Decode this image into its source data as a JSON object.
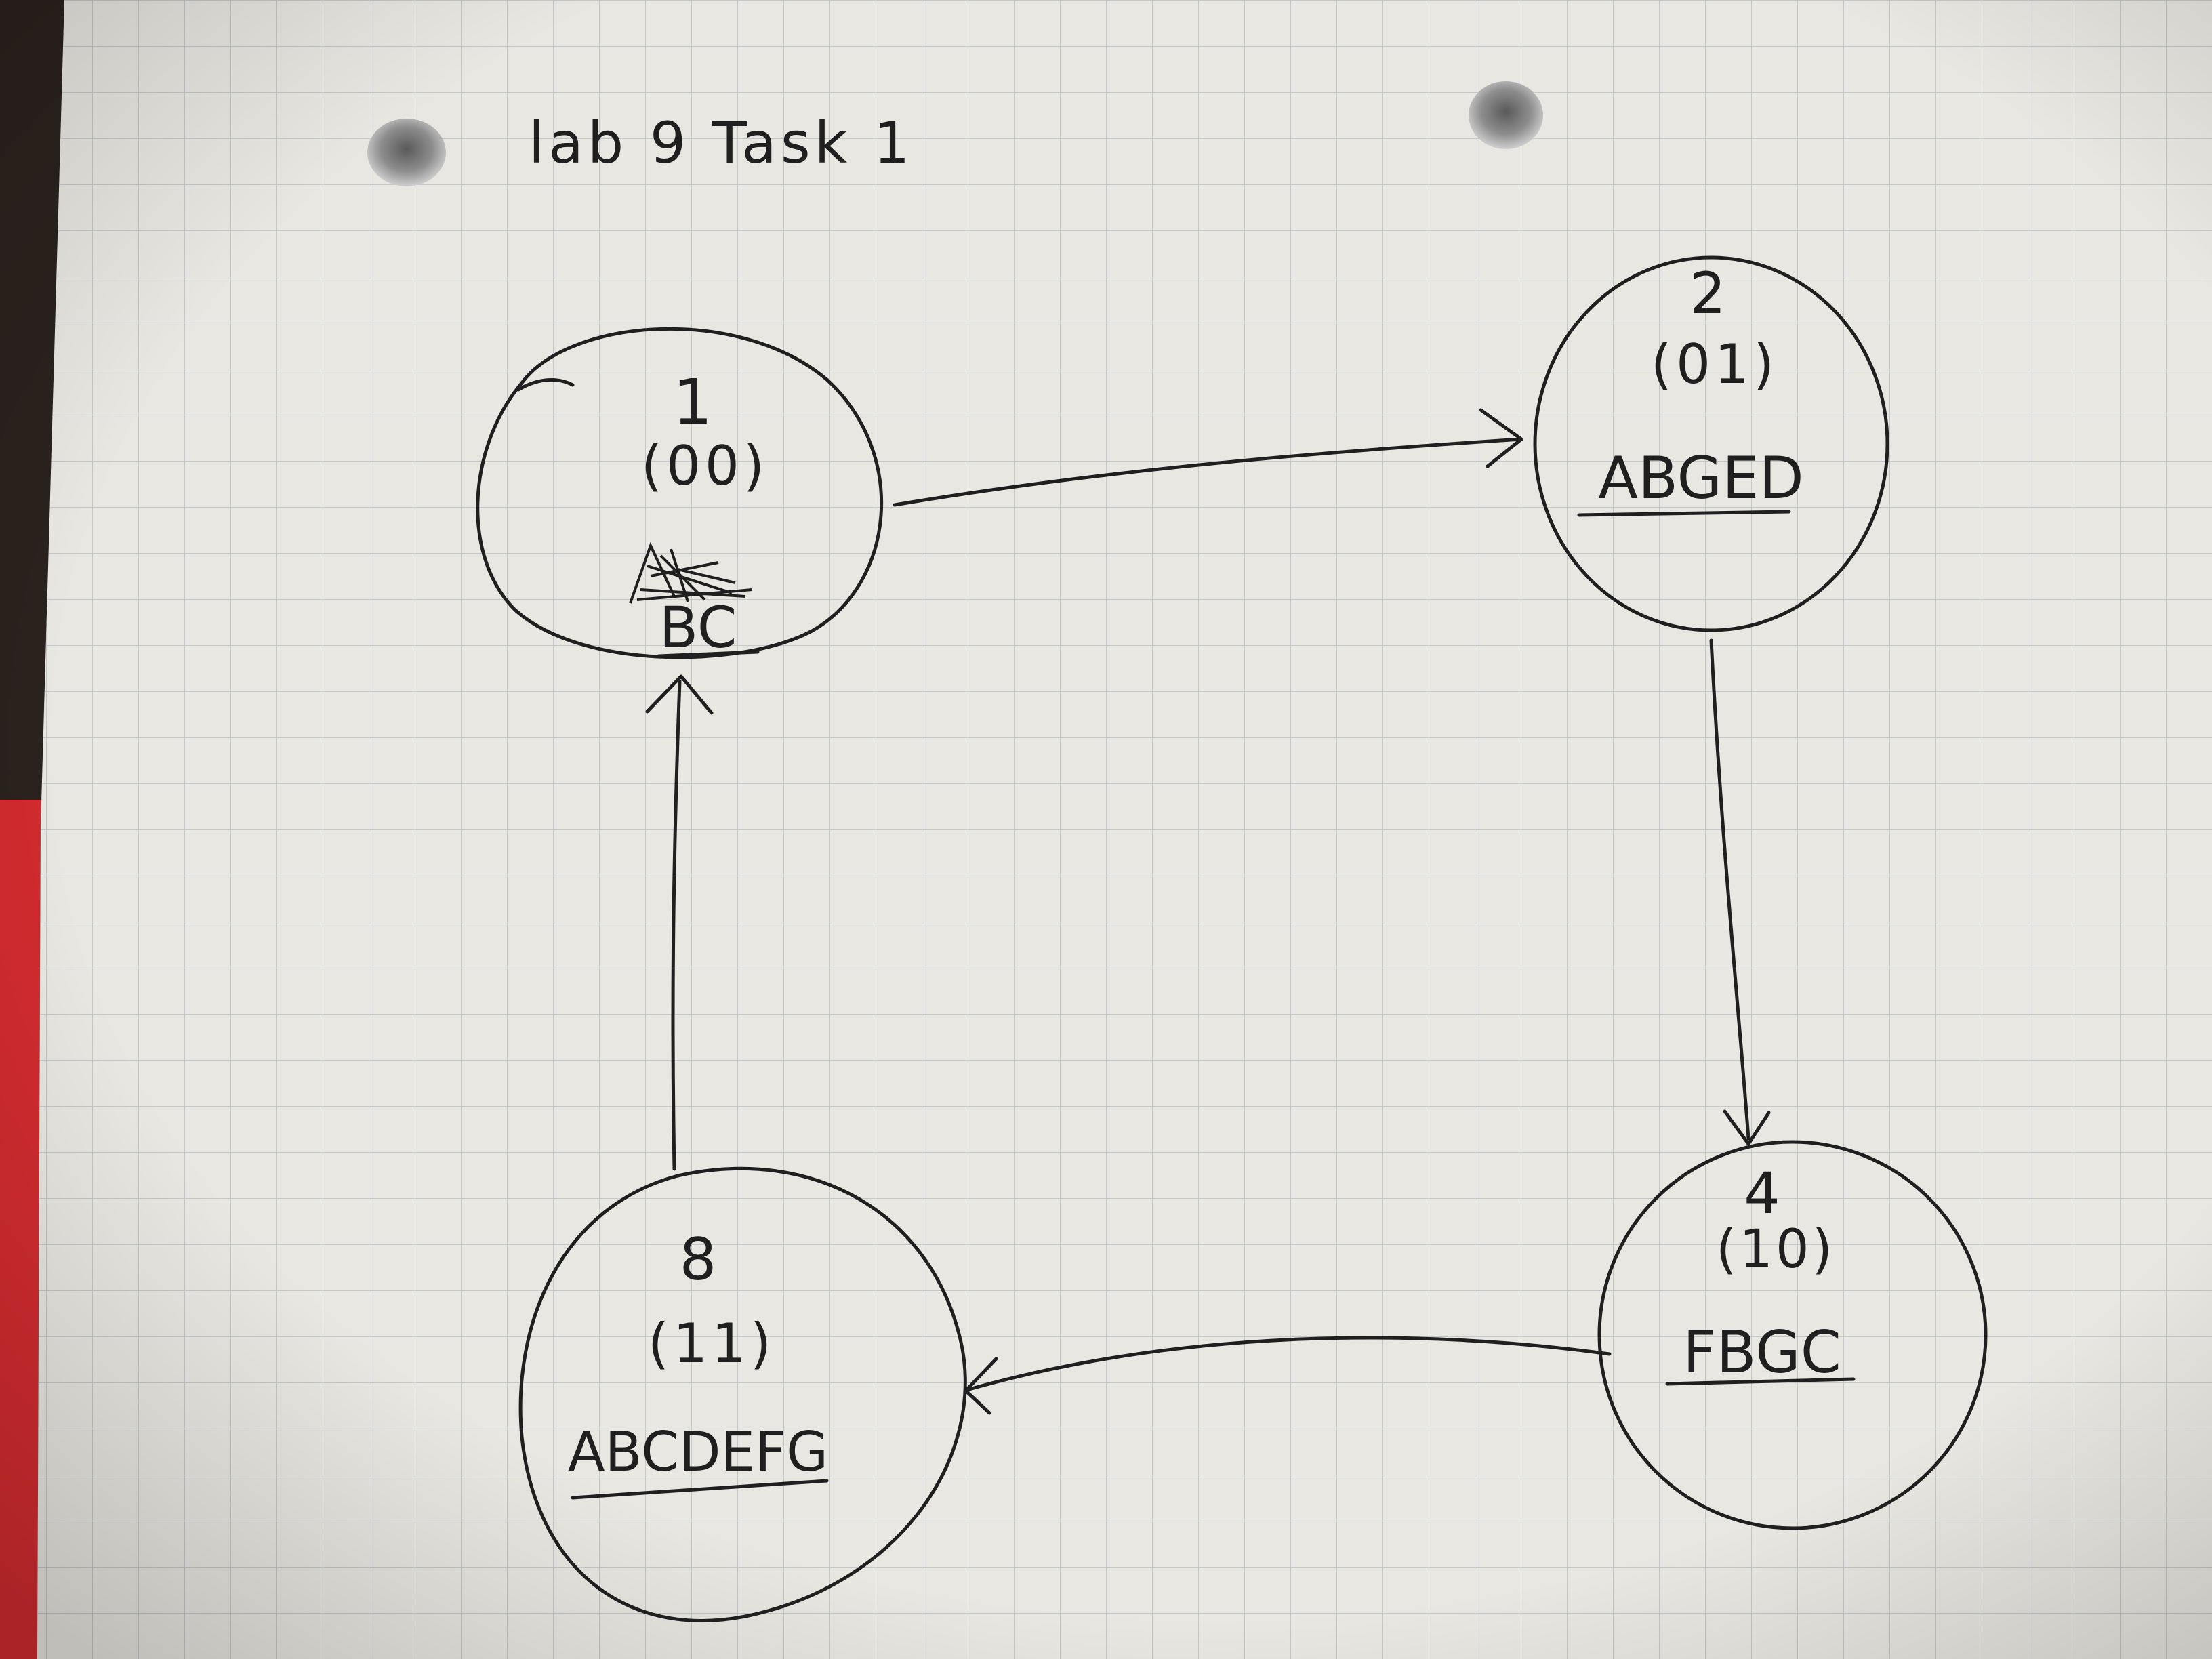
{
  "title": "lab 9 Task 1",
  "states": [
    {
      "id": "s1",
      "number": "1",
      "code": "(00)",
      "outputs": "BC"
    },
    {
      "id": "s2",
      "number": "2",
      "code": "(01)",
      "outputs": "ABGED"
    },
    {
      "id": "s4",
      "number": "4",
      "code": "(10)",
      "outputs": "FBGC"
    },
    {
      "id": "s8",
      "number": "8",
      "code": "(11)",
      "outputs": "ABCDEFG"
    }
  ],
  "transitions": [
    {
      "from": "s1",
      "to": "s2"
    },
    {
      "from": "s2",
      "to": "s4"
    },
    {
      "from": "s4",
      "to": "s8"
    },
    {
      "from": "s8",
      "to": "s1"
    }
  ],
  "colors": {
    "paper": "#e9e7e1",
    "grid": "#c4c7cc",
    "ink": "#1f1f1f",
    "background": "#2a221d",
    "red_edge": "#d12b2f"
  }
}
